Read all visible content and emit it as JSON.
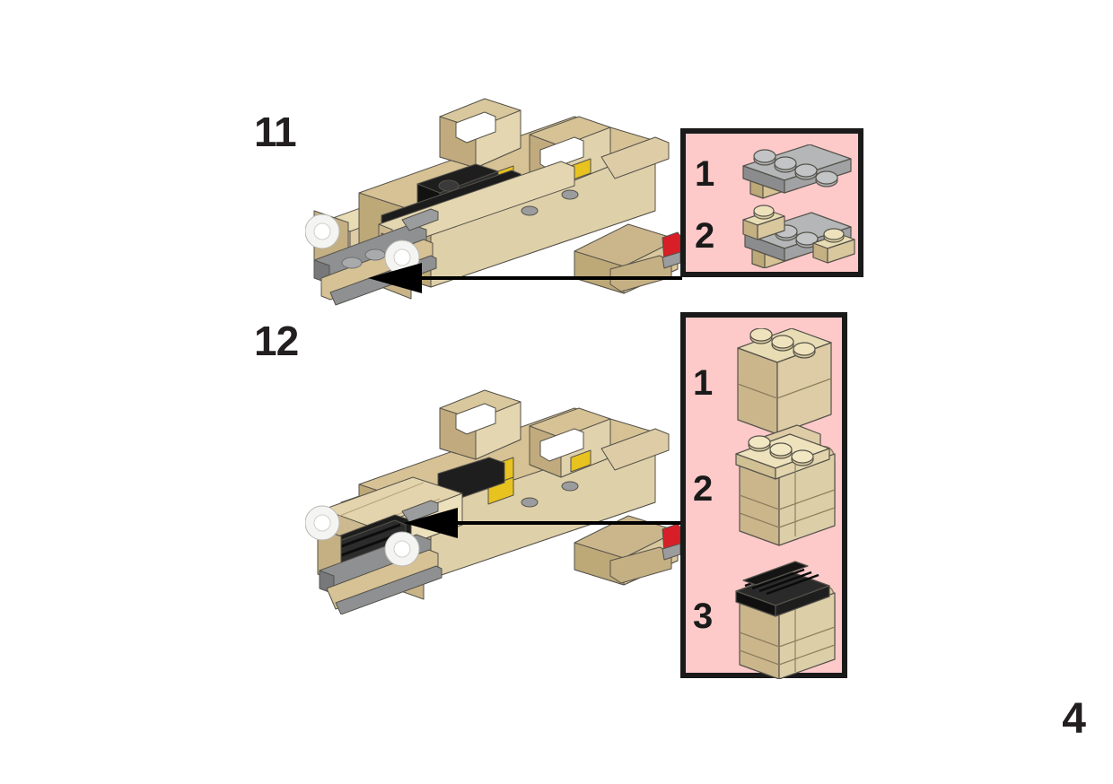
{
  "document": {
    "type": "lego-building-instructions",
    "page_number": "4"
  },
  "colors": {
    "callout_background": "#fdc9c9",
    "callout_border": "#1a1a1a",
    "text": "#231f20",
    "tan_light": "#e8dcb4",
    "tan_mid": "#d6c295",
    "tan_dark": "#bda878",
    "tan_shadow": "#a8946a",
    "gray_light": "#b4b6b8",
    "gray_mid": "#9a9c9e",
    "gray_dark": "#77797b",
    "black": "#1a1a1a",
    "black_mid": "#2e2e2e",
    "yellow": "#e8c21e",
    "red": "#d81e27",
    "white": "#f2f2f0",
    "outline": "#3a3a3a",
    "arrow": "#000000",
    "page_background": "#ffffff"
  },
  "steps": [
    {
      "id": "step-11",
      "number": "11",
      "model_caption": "car chassis assembly front-left three-quarter view",
      "arrow": {
        "direction": "left",
        "target": "front underside of chassis"
      },
      "callout": {
        "id": "callout-11",
        "background": "#fdc9c9",
        "parts": [
          {
            "index": "1",
            "name": "plate-1x4-light-gray",
            "quantity_label": "1",
            "color": "#9a9c9e",
            "studs": 4,
            "description": "light bluish gray 1x4 plate over tan plate"
          },
          {
            "index": "2",
            "name": "plate-1x4-gray-with-tan-ends",
            "quantity_label": "2",
            "color": "#9a9c9e",
            "studs": 4,
            "description": "light bluish gray 1x4 plate with tan 1x1 plates at both ends"
          }
        ]
      }
    },
    {
      "id": "step-12",
      "number": "12",
      "model_caption": "car chassis assembly with front hood, grille and headlights attached",
      "arrow": {
        "direction": "left",
        "target": "front hood of car"
      },
      "callout": {
        "id": "callout-12",
        "background": "#fdc9c9",
        "parts": [
          {
            "index": "1",
            "name": "brick-1x3-tan",
            "quantity_label": "1",
            "color": "#d6c295",
            "studs": 3,
            "description": "tan 1x3 brick, two bricks tall"
          },
          {
            "index": "2",
            "name": "brick-assembly-tan-with-curved-slope",
            "quantity_label": "2",
            "color": "#d6c295",
            "studs": 3,
            "description": "tan brick stack with 1x3 plate on top and curved slope at right"
          },
          {
            "index": "3",
            "name": "brick-assembly-tan-with-black-grille",
            "quantity_label": "3",
            "color": "#d6c295",
            "studs": 3,
            "description": "tan brick stack with black grille tiles on top and curved slope at right"
          }
        ]
      }
    }
  ]
}
